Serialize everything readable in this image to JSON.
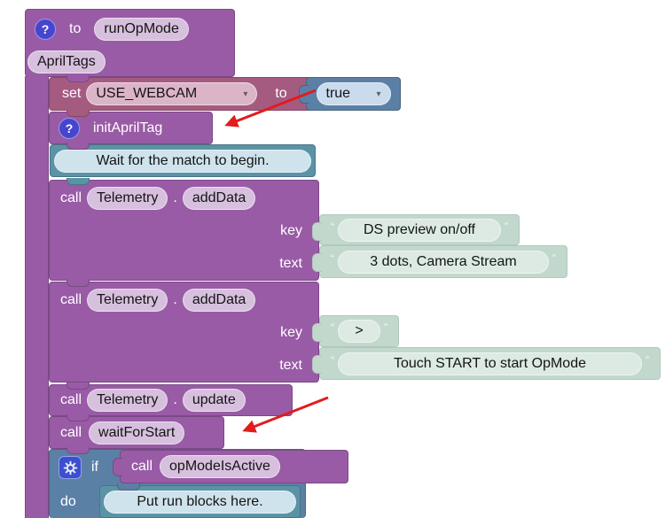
{
  "workspace": {
    "background": "#ffffff"
  },
  "icons": {
    "help_glyph": "?",
    "dropdown_glyph": "▾"
  },
  "quotes": {
    "open": "“",
    "close": "”"
  },
  "colors": {
    "procedure_purple": "#995ba6",
    "variable_rose": "#a55b80",
    "logic_blue": "#5b80a6",
    "comment_teal": "#5b93a6",
    "string_shadow_mint": "#c2d8cd",
    "annotation_arrow_red": "#e11c1c"
  },
  "blocks": {
    "run_op_mode": {
      "prefix": "to",
      "name": "runOpMode",
      "annotation": "AprilTags"
    },
    "set_variable": {
      "set_label": "set",
      "variable": "USE_WEBCAM",
      "to_label": "to"
    },
    "true_value": {
      "value": "true"
    },
    "init_april_tag": {
      "name": "initAprilTag"
    },
    "wait_comment": {
      "text": "Wait for the match to begin."
    },
    "telemetry_add_data_1": {
      "call_label": "call",
      "object": "Telemetry",
      "dot": ".",
      "method": "addData",
      "key_label": "key",
      "text_label": "text",
      "key_value": "DS preview on/off",
      "text_value": "3 dots, Camera Stream"
    },
    "telemetry_add_data_2": {
      "call_label": "call",
      "object": "Telemetry",
      "dot": ".",
      "method": "addData",
      "key_label": "key",
      "text_label": "text",
      "key_value": ">",
      "text_value": "Touch START to start OpMode"
    },
    "telemetry_update": {
      "call_label": "call",
      "object": "Telemetry",
      "dot": ".",
      "method": "update"
    },
    "wait_for_start": {
      "call_label": "call",
      "method": "waitForStart"
    },
    "if_block": {
      "if_label": "if",
      "do_label": "do"
    },
    "op_mode_is_active": {
      "call_label": "call",
      "method": "opModeIsActive"
    },
    "run_blocks_comment": {
      "text": "Put run blocks here."
    }
  },
  "annotations": {
    "color": "#e11c1c",
    "arrows": [
      {
        "target": "initAprilTag"
      },
      {
        "target": "waitForStart"
      }
    ]
  }
}
